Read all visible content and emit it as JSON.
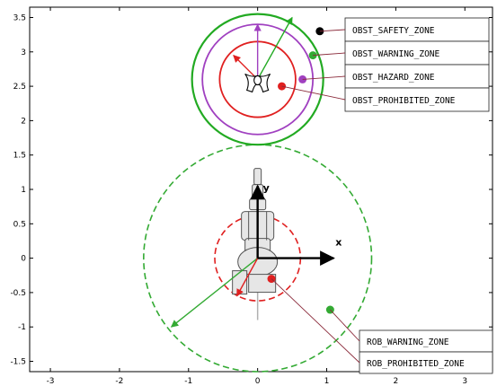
{
  "chart_data": {
    "type": "scatter",
    "title": "",
    "xlabel": "",
    "ylabel": "",
    "xlim": [
      -3.3,
      3.4
    ],
    "ylim": [
      -1.65,
      3.65
    ],
    "x_ticks": [
      -3,
      -2,
      -1,
      0,
      1,
      2,
      3
    ],
    "y_ticks": [
      -1.5,
      -1,
      -0.5,
      0,
      0.5,
      1,
      1.5,
      2,
      2.5,
      3,
      3.5
    ],
    "grid": false,
    "colors": {
      "safety": "#22aa22",
      "warning": "#a040c0",
      "hazard": "#e02020",
      "rob_warning": "#33aa33",
      "rob_prohibited": "#e02020",
      "axis_arrow": "#000000",
      "leader": "#8a2a3a"
    },
    "obstacle": {
      "center": [
        0,
        2.6
      ],
      "icon": "human-figure-icon",
      "zones": [
        {
          "name": "OBST_SAFETY_ZONE",
          "radius": 0.95,
          "color": "#22aa22",
          "style": "solid"
        },
        {
          "name": "OBST_WARNING_ZONE",
          "radius": 0.8,
          "color": "#a040c0",
          "style": "solid"
        },
        {
          "name": "OBST_HAZARD_ZONE",
          "radius": 0.55,
          "color": "#e02020",
          "style": "solid"
        }
      ],
      "arrows": [
        {
          "to": [
            0.5,
            3.5
          ],
          "color": "#22aa22"
        },
        {
          "to": [
            0,
            3.4
          ],
          "color": "#a040c0"
        },
        {
          "to": [
            -0.35,
            2.95
          ],
          "color": "#e02020"
        }
      ],
      "markers": [
        {
          "at": [
            0.9,
            3.3
          ],
          "color": "#000000"
        },
        {
          "at": [
            0.8,
            2.95
          ],
          "color": "#33aa33"
        },
        {
          "at": [
            0.65,
            2.6
          ],
          "color": "#a040c0"
        },
        {
          "at": [
            0.35,
            2.5
          ],
          "color": "#e02020"
        }
      ]
    },
    "robot": {
      "center": [
        0,
        0
      ],
      "icon": "robot-arm-icon",
      "axes": [
        {
          "label": "x",
          "to": [
            1.1,
            0
          ]
        },
        {
          "label": "y",
          "to": [
            0,
            1.05
          ]
        }
      ],
      "zones": [
        {
          "name": "ROB_WARNING_ZONE",
          "radius": 1.65,
          "color": "#33aa33",
          "style": "dashed"
        },
        {
          "name": "ROB_PROHIBITED_ZONE",
          "radius": 0.62,
          "color": "#e02020",
          "style": "dashed"
        }
      ],
      "arrows": [
        {
          "to": [
            -1.25,
            -1.0
          ],
          "color": "#33aa33"
        },
        {
          "to": [
            -0.3,
            -0.55
          ],
          "color": "#e02020"
        }
      ],
      "markers": [
        {
          "at": [
            1.05,
            -0.75
          ],
          "color": "#33aa33"
        },
        {
          "at": [
            0.2,
            -0.3
          ],
          "color": "#e02020"
        }
      ]
    },
    "annotations": [
      {
        "text": "OBST_SAFETY_ZONE",
        "marker": [
          0.9,
          3.3
        ],
        "side": "top"
      },
      {
        "text": "OBST_WARNING_ZONE",
        "marker": [
          0.8,
          2.95
        ],
        "side": "top"
      },
      {
        "text": "OBST_HAZARD_ZONE",
        "marker": [
          0.65,
          2.6
        ],
        "side": "top"
      },
      {
        "text": "OBST_PROHIBITED_ZONE",
        "marker": [
          0.35,
          2.5
        ],
        "side": "top"
      },
      {
        "text": "ROB_WARNING_ZONE",
        "marker": [
          1.05,
          -0.75
        ],
        "side": "bottom"
      },
      {
        "text": "ROB_PROHIBITED_ZONE",
        "marker": [
          0.2,
          -0.3
        ],
        "side": "bottom"
      }
    ]
  }
}
